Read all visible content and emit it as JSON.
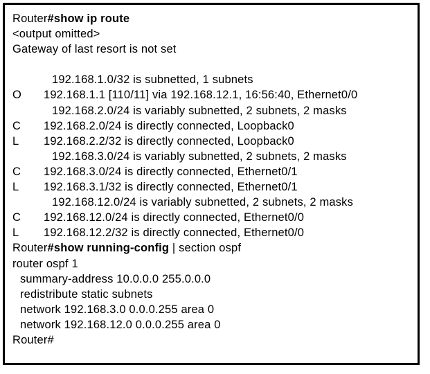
{
  "terminal": {
    "prompt": "Router",
    "lines": [
      {
        "id": "cmd-show-ip-route",
        "kind": "command",
        "prompt": "Router",
        "command": "#show ip route",
        "suffix": ""
      },
      {
        "id": "output-omitted",
        "kind": "output",
        "text": "<output omitted>"
      },
      {
        "id": "gateway-of-last-resort",
        "kind": "output",
        "text": "Gateway of last resort is not set"
      },
      {
        "id": "blank-1",
        "kind": "blank",
        "text": ""
      },
      {
        "id": "subnet-header-1",
        "kind": "subnet-header",
        "text": "192.168.1.0/32 is subnetted, 1 subnets"
      },
      {
        "id": "route-o-192-168-1-1",
        "kind": "route",
        "code": "O",
        "text": "192.168.1.1 [110/11] via 192.168.12.1, 16:56:40, Ethernet0/0"
      },
      {
        "id": "subnet-header-2",
        "kind": "subnet-header",
        "text": "192.168.2.0/24 is variably subnetted, 2 subnets, 2 masks"
      },
      {
        "id": "route-c-192-168-2-0",
        "kind": "route",
        "code": "C",
        "text": "192.168.2.0/24 is directly connected, Loopback0"
      },
      {
        "id": "route-l-192-168-2-2",
        "kind": "route",
        "code": "L",
        "text": "192.168.2.2/32 is directly connected, Loopback0"
      },
      {
        "id": "subnet-header-3",
        "kind": "subnet-header",
        "text": "192.168.3.0/24 is variably subnetted, 2 subnets, 2 masks"
      },
      {
        "id": "route-c-192-168-3-0",
        "kind": "route",
        "code": "C",
        "text": "192.168.3.0/24 is directly connected, Ethernet0/1"
      },
      {
        "id": "route-l-192-168-3-1",
        "kind": "route",
        "code": "L",
        "text": "192.168.3.1/32 is directly connected, Ethernet0/1"
      },
      {
        "id": "subnet-header-4",
        "kind": "subnet-header",
        "text": "192.168.12.0/24 is variably subnetted, 2 subnets, 2 masks"
      },
      {
        "id": "route-c-192-168-12-0",
        "kind": "route",
        "code": "C",
        "text": "192.168.12.0/24 is directly connected, Ethernet0/0"
      },
      {
        "id": "route-l-192-168-12-2",
        "kind": "route",
        "code": "L",
        "text": "192.168.12.2/32 is directly connected, Ethernet0/0"
      },
      {
        "id": "cmd-show-running-config",
        "kind": "command",
        "prompt": "Router",
        "command": "#show running-config",
        "suffix": " | section ospf"
      },
      {
        "id": "cfg-router-ospf-1",
        "kind": "config",
        "indent": 0,
        "text": "router ospf 1"
      },
      {
        "id": "cfg-summary-address",
        "kind": "config",
        "indent": 1,
        "text": "summary-address 10.0.0.0 255.0.0.0"
      },
      {
        "id": "cfg-redistribute-static",
        "kind": "config",
        "indent": 1,
        "text": "redistribute static subnets"
      },
      {
        "id": "cfg-network-192-168-3-0",
        "kind": "config",
        "indent": 1,
        "text": "network 192.168.3.0 0.0.0.255 area 0"
      },
      {
        "id": "cfg-network-192-168-12-0",
        "kind": "config",
        "indent": 1,
        "text": "network 192.168.12.0 0.0.0.255 area 0"
      },
      {
        "id": "prompt-final",
        "kind": "output",
        "text": "Router#"
      }
    ]
  },
  "colors": {
    "background": "#ffffff",
    "text": "#000000",
    "border": "#000000"
  }
}
